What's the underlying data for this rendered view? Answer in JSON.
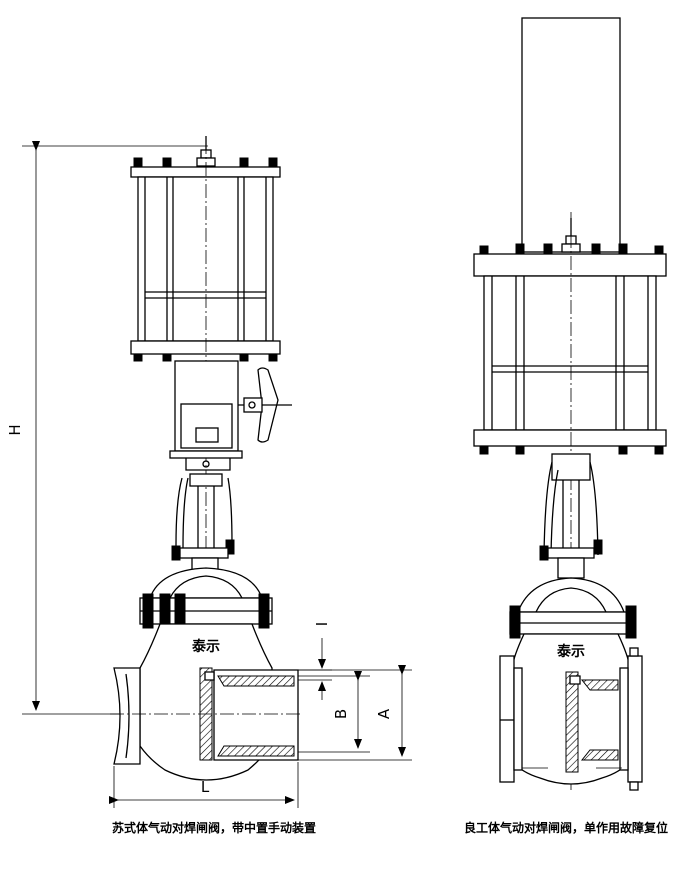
{
  "dimensions": {
    "H": "H",
    "A": "A",
    "B": "B",
    "L": "L",
    "I": "I"
  },
  "nameplate_left": "泰示",
  "nameplate_right": "泰示",
  "caption_left": "苏式体气动对焊闸阀，带中置手动装置",
  "caption_right": "良工体气动对焊闸阀，单作用故障复位"
}
